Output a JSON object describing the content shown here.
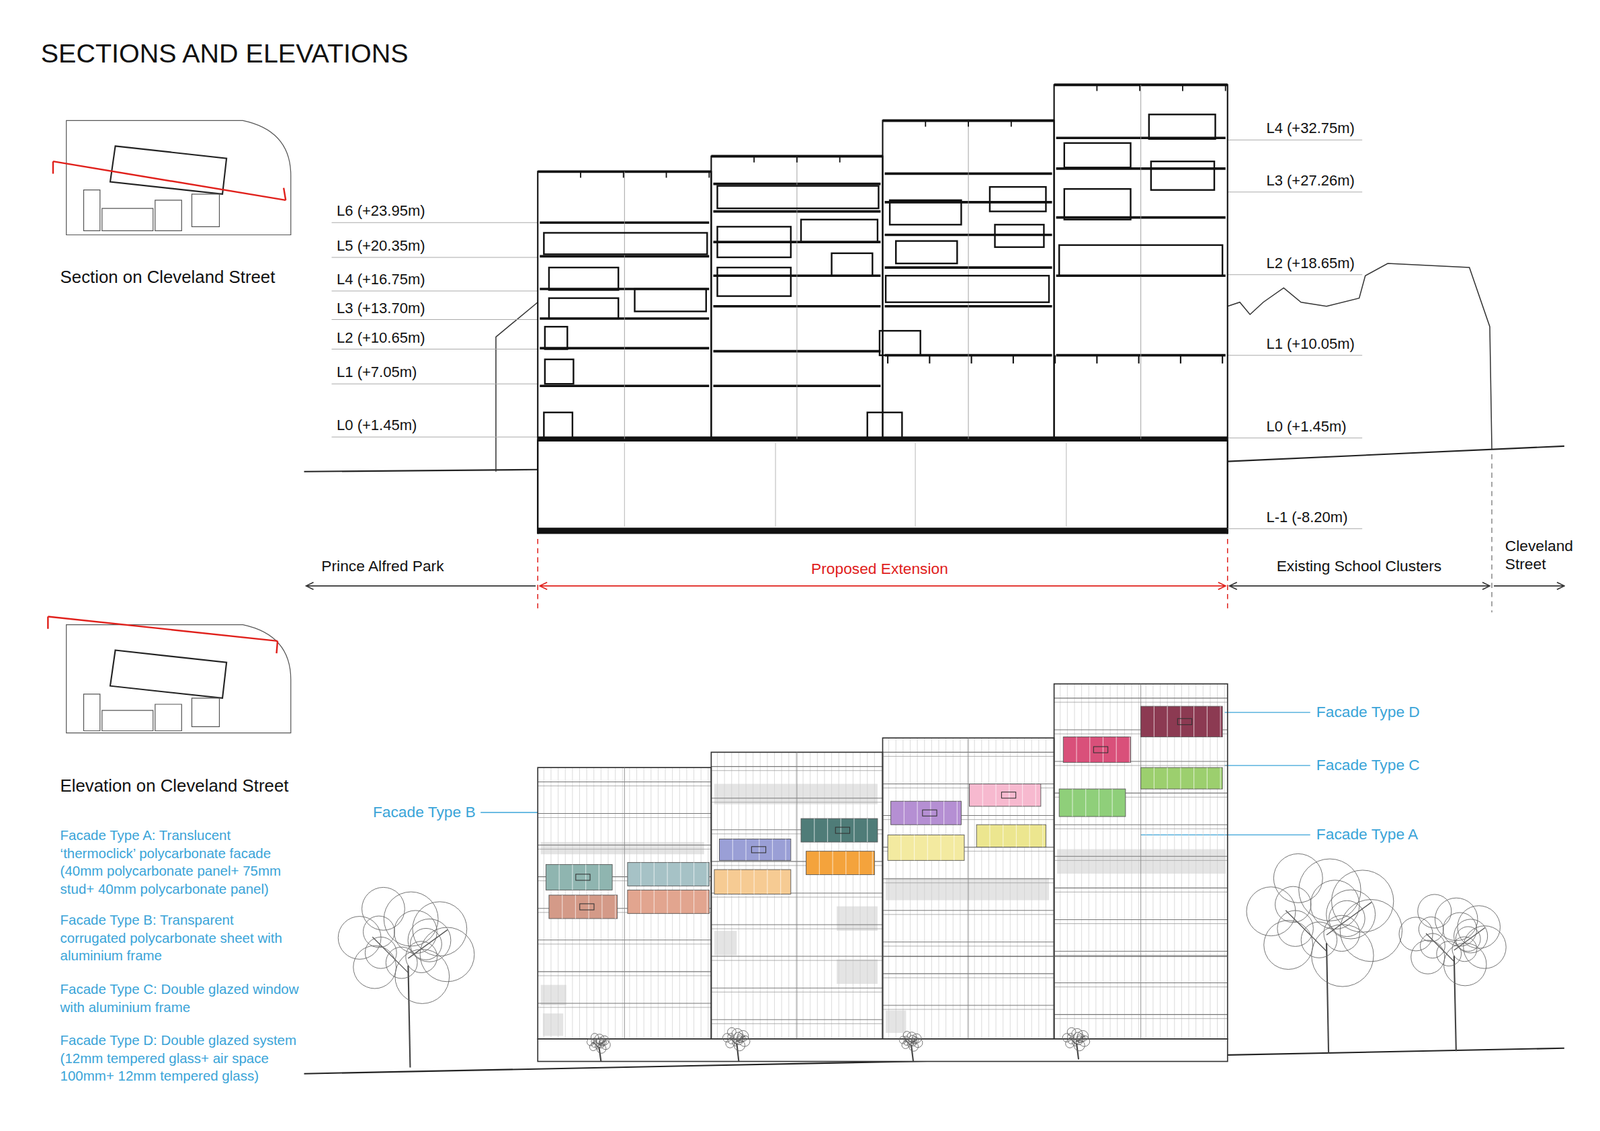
{
  "diagram": {
    "title": "SECTIONS AND ELEVATIONS",
    "labels": [
      "Section on Cleveland Street",
      "L6 (+23.95m)",
      "L5 (+20.35m)",
      "L4 (+16.75m)",
      "L3 (+13.70m)",
      "L2 (+10.65m)",
      "L1 (+7.05m)",
      "L0 (+1.45m)",
      "L4 (+32.75m)",
      "L3 (+27.26m)",
      "L2 (+18.65m)",
      "L1 (+10.05m)",
      "L0 (+1.45m)",
      "L-1 (-8.20m)",
      "Prince Alfred Park",
      "Proposed Extension",
      "Existing School Clusters",
      "Cleveland Street",
      "Elevation on Cleveland Street",
      "Facade Type D",
      "Facade Type C",
      "Facade Type B",
      "Facade Type A",
      "Facade Type A: Translucent ‘thermoclick’ polycarbonate facade (40mm polycarbonate panel+ 75mm stud+ 40mm polycarbonate panel)",
      "Facade Type B: Transparent corrugated polycarbonate sheet with aluminium frame",
      "Facade Type C: Double glazed window with aluminium frame",
      "Facade Type D: Double glazed system (12mm tempered glass+ air space 100mm+ 12mm tempered glass)"
    ]
  }
}
